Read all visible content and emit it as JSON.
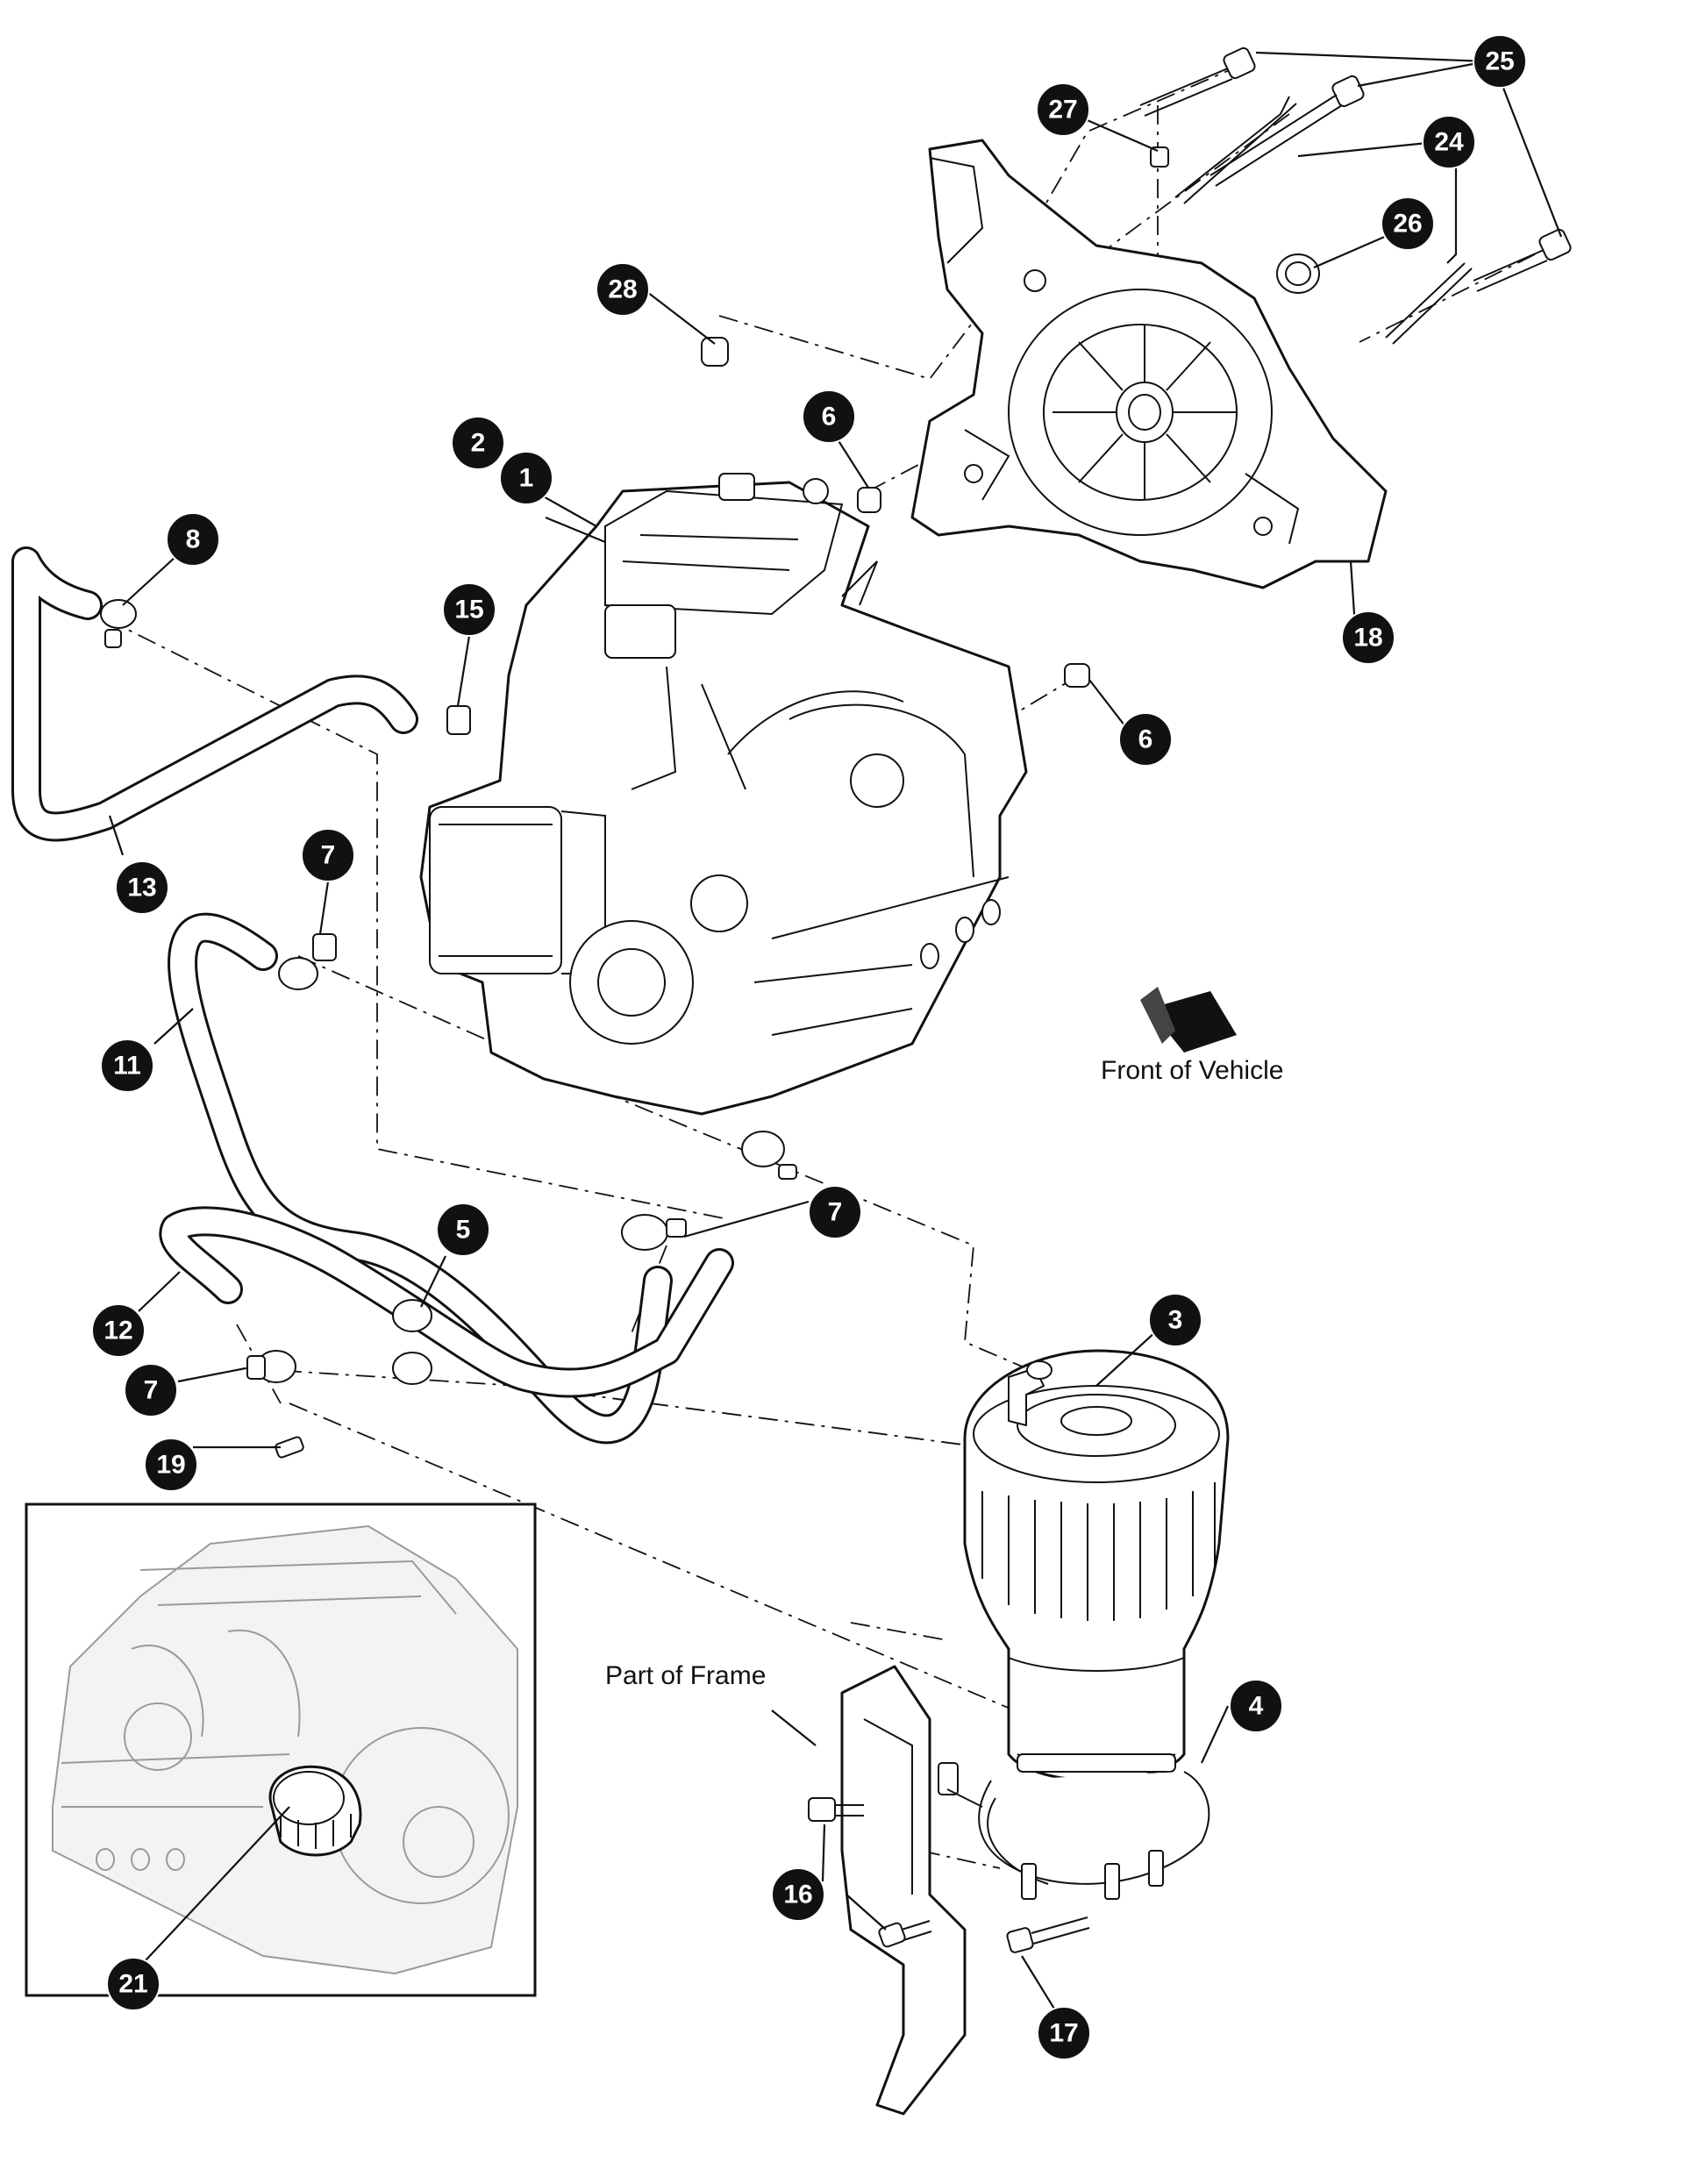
{
  "labels": {
    "front_of_vehicle": "Front of Vehicle",
    "part_of_frame": "Part of Frame"
  },
  "callouts": {
    "c1": "1",
    "c2": "2",
    "c3": "3",
    "c4": "4",
    "c5": "5",
    "c6a": "6",
    "c6b": "6",
    "c7a": "7",
    "c7b": "7",
    "c7c": "7",
    "c8": "8",
    "c11": "11",
    "c12": "12",
    "c13": "13",
    "c15": "15",
    "c16": "16",
    "c17": "17",
    "c18": "18",
    "c19": "19",
    "c21": "21",
    "c24": "24",
    "c25": "25",
    "c26": "26",
    "c27": "27",
    "c28": "28"
  },
  "colors": {
    "callout_fill": "#111111",
    "line": "#111111",
    "inset_gray": "#9a9a9a"
  }
}
